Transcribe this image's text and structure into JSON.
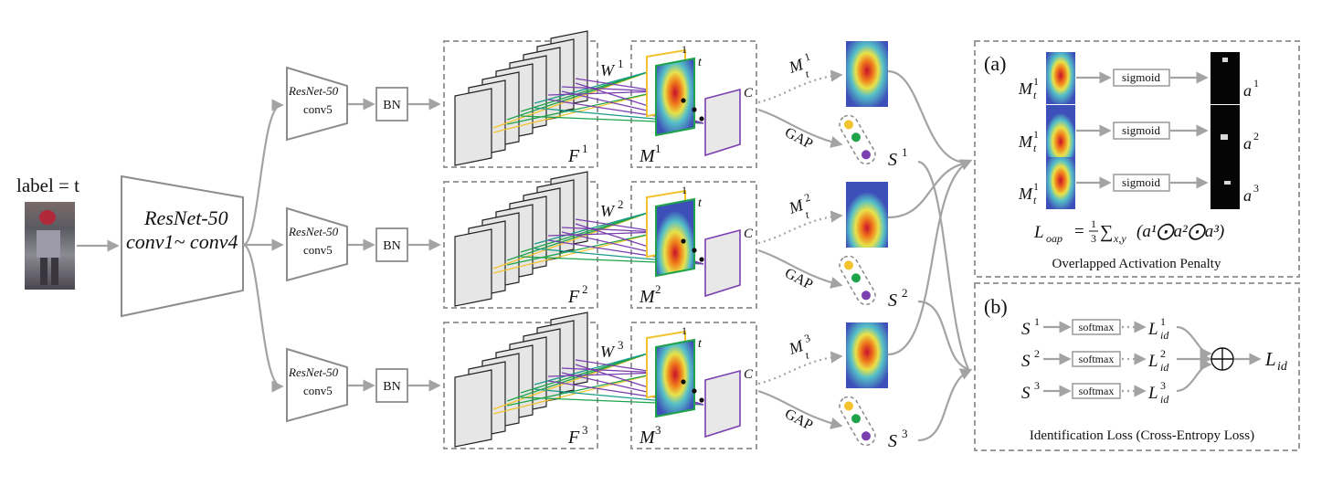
{
  "input": {
    "label": "label = t"
  },
  "backbone": {
    "line1": "ResNet-50",
    "line2": "conv1~ conv4"
  },
  "branches": [
    {
      "resnet_line1": "ResNet-50",
      "resnet_line2": "conv5",
      "bn": "BN",
      "f_sym": "F",
      "f_sup": "1",
      "w_sym": "W",
      "w_sup": "1",
      "m_sym": "M",
      "m_sup": "1",
      "front_label": "1",
      "t_label": "t",
      "c_label": "C",
      "mt_sym": "M",
      "mt_sup": "1",
      "mt_sub": "t",
      "gap": "GAP",
      "s_sym": "S",
      "s_sup": "1"
    },
    {
      "resnet_line1": "ResNet-50",
      "resnet_line2": "conv5",
      "bn": "BN",
      "f_sym": "F",
      "f_sup": "2",
      "w_sym": "W",
      "w_sup": "2",
      "m_sym": "M",
      "m_sup": "2",
      "front_label": "1",
      "t_label": "t",
      "c_label": "C",
      "mt_sym": "M",
      "mt_sup": "2",
      "mt_sub": "t",
      "gap": "GAP",
      "s_sym": "S",
      "s_sup": "2"
    },
    {
      "resnet_line1": "ResNet-50",
      "resnet_line2": "conv5",
      "bn": "BN",
      "f_sym": "F",
      "f_sup": "3",
      "w_sym": "W",
      "w_sup": "3",
      "m_sym": "M",
      "m_sup": "3",
      "front_label": "1",
      "t_label": "t",
      "c_label": "C",
      "mt_sym": "M",
      "mt_sup": "3",
      "mt_sub": "t",
      "gap": "GAP",
      "s_sym": "S",
      "s_sup": "3"
    }
  ],
  "panel_a": {
    "tag": "(a)",
    "rows": [
      {
        "m_sym": "M",
        "m_sup": "1",
        "m_sub": "t",
        "op": "sigmoid",
        "a_sym": "a",
        "a_sup": "1"
      },
      {
        "m_sym": "M",
        "m_sup": "1",
        "m_sub": "t",
        "op": "sigmoid",
        "a_sym": "a",
        "a_sup": "2"
      },
      {
        "m_sym": "M",
        "m_sup": "1",
        "m_sub": "t",
        "op": "sigmoid",
        "a_sym": "a",
        "a_sup": "3"
      }
    ],
    "formula": "L_oap = 1/3 Σ_{x,y}(a¹⊙a²⊙a³)",
    "formula_parts": {
      "lhs": "L",
      "lhs_sub": "oap",
      "eq": "=",
      "num": "1",
      "den": "3",
      "sigma": "∑",
      "sigma_sub": "x,y",
      "body": "(a¹⨀a²⨀a³)"
    },
    "caption": "Overlapped Activation Penalty"
  },
  "panel_b": {
    "tag": "(b)",
    "rows": [
      {
        "s_sym": "S",
        "s_sup": "1",
        "op": "softmax",
        "l_sym": "L",
        "l_sup": "1",
        "l_sub": "id"
      },
      {
        "s_sym": "S",
        "s_sup": "2",
        "op": "softmax",
        "l_sym": "L",
        "l_sup": "2",
        "l_sub": "id"
      },
      {
        "s_sym": "S",
        "s_sup": "3",
        "op": "softmax",
        "l_sym": "L",
        "l_sup": "3",
        "l_sub": "id"
      }
    ],
    "sum_symbol": "⨁",
    "out_sym": "L",
    "out_sub": "id",
    "caption": "Identification Loss (Cross-Entropy Loss)"
  },
  "colors": {
    "arrow": "#a3a3a3",
    "box": "#9a9a9a",
    "yellow": "#f2c32c",
    "green": "#1fa34a",
    "purple": "#7a3fb0",
    "teal": "#1a9a8a",
    "heat_blue": "#3d4fb8",
    "heat_red": "#d83a20"
  }
}
